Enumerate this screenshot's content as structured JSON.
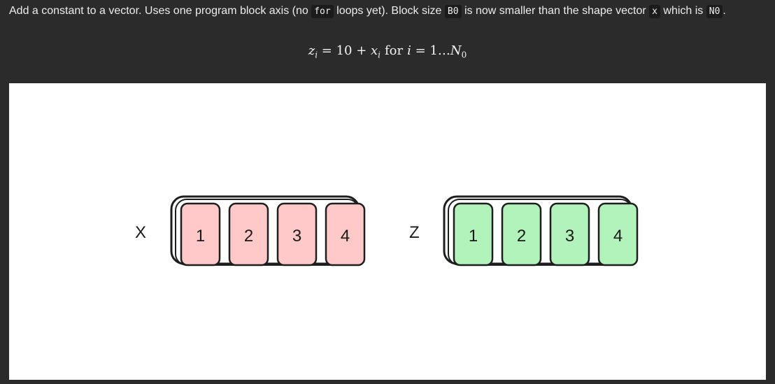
{
  "description": {
    "part1": "Add a constant to a vector. Uses one program block axis (no ",
    "code_for": "for",
    "part2": " loops yet). Block size ",
    "code_b0": "B0",
    "part3": " is now smaller than the shape vector ",
    "code_x": "x",
    "part4": " which is ",
    "code_n0": "N0",
    "part5": "."
  },
  "formula": {
    "lhs_var": "z",
    "lhs_sub": "i",
    "equals_const": " = 10 + ",
    "rhs_var": "x",
    "rhs_sub": "i",
    "for_word": "for",
    "loop_var": "i",
    "range": " = 1…",
    "upper_var": "N",
    "upper_sub": "0"
  },
  "diagram": {
    "x_label": "X",
    "z_label": "Z",
    "x_cells": [
      "1",
      "2",
      "3",
      "4"
    ],
    "z_cells": [
      "1",
      "2",
      "3",
      "4"
    ],
    "x_fill": "#ffc9c9",
    "z_fill": "#b2f2bb",
    "stroke": "#1e1e1e"
  }
}
